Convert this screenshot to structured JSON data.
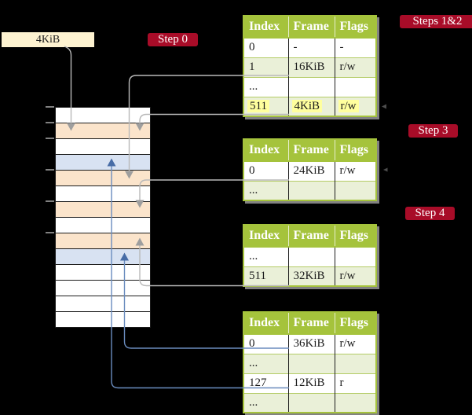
{
  "frame_label": "4KiB",
  "badges": {
    "step0": "Step 0",
    "steps12": "Steps 1&2",
    "step3": "Step 3",
    "step4": "Step 4"
  },
  "memory": {
    "frame_size": "4KiB",
    "rows": [
      {
        "type": "free"
      },
      {
        "type": "page-table"
      },
      {
        "type": "free"
      },
      {
        "type": "data-page"
      },
      {
        "type": "page-table"
      },
      {
        "type": "free"
      },
      {
        "type": "page-table"
      },
      {
        "type": "free"
      },
      {
        "type": "page-table"
      },
      {
        "type": "data-page"
      },
      {
        "type": "free"
      },
      {
        "type": "free"
      },
      {
        "type": "free"
      },
      {
        "type": "free"
      }
    ]
  },
  "tables": [
    {
      "headers": [
        "Index",
        "Frame",
        "Flags"
      ],
      "rows": [
        {
          "index": "0",
          "frame": "-",
          "flags": "-",
          "shaded": false,
          "highlight": false
        },
        {
          "index": "1",
          "frame": "16KiB",
          "flags": "r/w",
          "shaded": true,
          "highlight": false
        },
        {
          "index": "...",
          "frame": "",
          "flags": "",
          "shaded": false,
          "highlight": false
        },
        {
          "index": "511",
          "frame": "4KiB",
          "flags": "r/w",
          "shaded": true,
          "highlight": true
        }
      ]
    },
    {
      "headers": [
        "Index",
        "Frame",
        "Flags"
      ],
      "rows": [
        {
          "index": "0",
          "frame": "24KiB",
          "flags": "r/w",
          "shaded": false,
          "highlight": false
        },
        {
          "index": "...",
          "frame": "",
          "flags": "",
          "shaded": true,
          "highlight": false
        }
      ]
    },
    {
      "headers": [
        "Index",
        "Frame",
        "Flags"
      ],
      "rows": [
        {
          "index": "...",
          "frame": "",
          "flags": "",
          "shaded": false,
          "highlight": false
        },
        {
          "index": "511",
          "frame": "32KiB",
          "flags": "r/w",
          "shaded": true,
          "highlight": false
        }
      ]
    },
    {
      "headers": [
        "Index",
        "Frame",
        "Flags"
      ],
      "rows": [
        {
          "index": "0",
          "frame": "36KiB",
          "flags": "r/w",
          "shaded": false,
          "highlight": false
        },
        {
          "index": "...",
          "frame": "",
          "flags": "",
          "shaded": true,
          "highlight": false
        },
        {
          "index": "127",
          "frame": "12KiB",
          "flags": "r",
          "shaded": false,
          "highlight": false
        },
        {
          "index": "...",
          "frame": "",
          "flags": "",
          "shaded": true,
          "highlight": false
        }
      ]
    }
  ],
  "colors": {
    "background": "#000000",
    "badge": "#a80c28",
    "badge_text": "#ffffff",
    "table_header": "#a5c33c",
    "table_row_shaded": "#eaf0d8",
    "table_row_plain": "#ffffff",
    "highlight": "#ffff9e",
    "frame_label_bg": "#fdf2d0",
    "frame_free": "#ffffff",
    "frame_page_table": "#fbe4cb",
    "frame_data_page": "#d8e2f2",
    "arrow_gray": "#b9b9b9",
    "arrow_blue": "#6a8cbe",
    "text": "#1c1c1c"
  }
}
